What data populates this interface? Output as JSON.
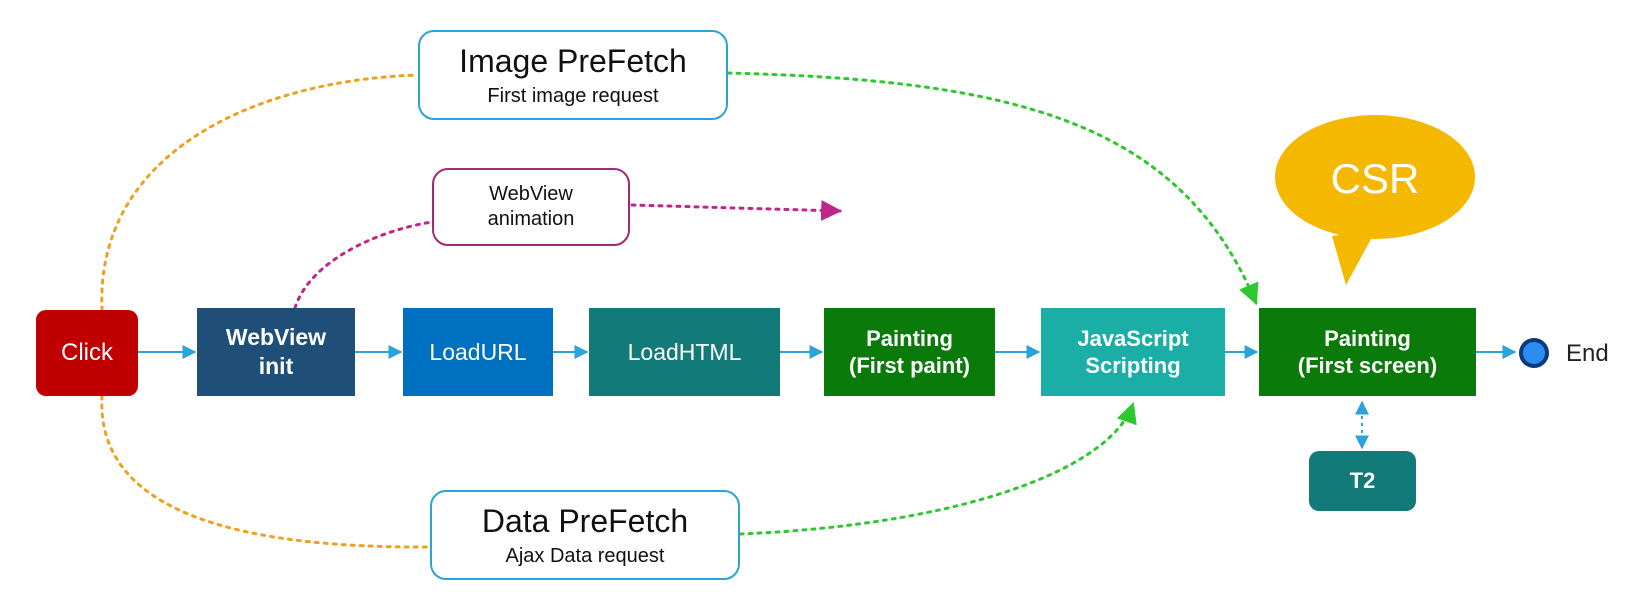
{
  "colors": {
    "click": "#c00000",
    "webview_init": "#1f4e79",
    "load_url": "#0070c0",
    "load_html": "#127a78",
    "painting_first_paint": "#0a7a0a",
    "js_scripting": "#1aaea6",
    "painting_first_screen": "#0a7a0a",
    "t2": "#127a78",
    "csr_bubble": "#f5b800",
    "prefetch_border": "#29a3d8",
    "animation_border": "#a0287a",
    "arrow_main": "#29a3d8",
    "orange_dotted": "#f0a020",
    "green_dotted": "#2ec82e",
    "magenta_dotted": "#c0268a"
  },
  "nodes": {
    "click": "Click",
    "webview_init": "WebView\ninit",
    "load_url": "LoadURL",
    "load_html": "LoadHTML",
    "painting_first_paint": "Painting\n(First paint)",
    "js_scripting": "JavaScript\nScripting",
    "painting_first_screen": "Painting\n(First screen)",
    "t2": "T2",
    "end": "End"
  },
  "image_prefetch": {
    "title": "Image PreFetch",
    "subtitle": "First image request"
  },
  "data_prefetch": {
    "title": "Data PreFetch",
    "subtitle": "Ajax Data request"
  },
  "webview_animation": "WebView\nanimation",
  "csr_bubble": "CSR"
}
